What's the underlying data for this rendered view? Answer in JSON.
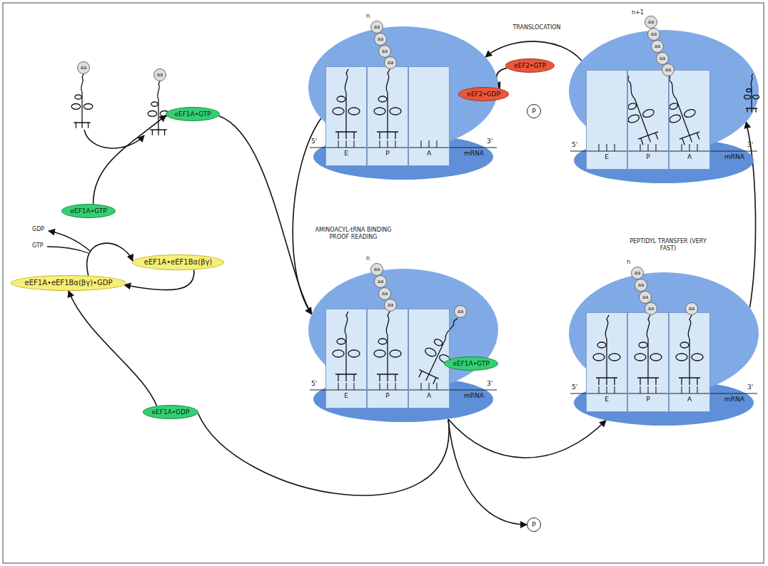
{
  "diagram": {
    "nodes": [
      {
        "text": [
          "aa"
        ]
      },
      {
        "text": [
          "aa"
        ]
      },
      {
        "text": [
          "eEF1A•GTP"
        ]
      },
      {
        "text": [
          "eEF1A•GTP"
        ]
      },
      {
        "text": [
          "eEF1A•eEF1Bα(βγ)"
        ]
      },
      {
        "text": [
          "eEF1A•eEF1Bα(βγ)•GDP"
        ]
      },
      {
        "text": [
          "eEF1A•GDP"
        ]
      },
      {
        "text": [
          "5'",
          "3'",
          "mRNA"
        ]
      },
      {
        "text": [
          "E"
        ],
        "in": 7
      },
      {
        "text": [
          "P"
        ],
        "in": 7
      },
      {
        "text": [
          "A"
        ],
        "in": 7
      },
      {
        "text": [
          "aa"
        ]
      },
      {
        "text": [
          "aa"
        ]
      },
      {
        "text": [
          "aa"
        ]
      },
      {
        "text": [
          "aa"
        ]
      },
      {
        "text": [
          "eEF2•GTP"
        ]
      },
      {
        "text": [
          "eEF2•GDP"
        ]
      },
      {
        "text": [
          "P"
        ]
      },
      {
        "text": [
          "5'",
          "3'",
          "mRNA"
        ]
      },
      {
        "text": [
          "E"
        ],
        "in": 18
      },
      {
        "text": [
          "P"
        ],
        "in": 18
      },
      {
        "text": [
          "A"
        ],
        "in": 18
      },
      {
        "text": [
          "aa"
        ]
      },
      {
        "text": [
          "aa"
        ]
      },
      {
        "text": [
          "aa"
        ]
      },
      {
        "text": [
          "aa"
        ]
      },
      {
        "text": [
          "aa"
        ]
      },
      {
        "text": [
          "5'",
          "3'",
          "mRNA"
        ]
      },
      {
        "text": [
          "E"
        ],
        "in": 27
      },
      {
        "text": [
          "P"
        ],
        "in": 27
      },
      {
        "text": [
          "A"
        ],
        "in": 27
      },
      {
        "text": [
          "aa"
        ]
      },
      {
        "text": [
          "aa"
        ]
      },
      {
        "text": [
          "aa"
        ]
      },
      {
        "text": [
          "aa"
        ]
      },
      {
        "text": [
          "aa"
        ]
      },
      {
        "text": [
          "eEF1A•GTP"
        ]
      },
      {
        "text": [
          "5'",
          "3'",
          "mRNA"
        ]
      },
      {
        "text": [
          "E"
        ],
        "in": 37
      },
      {
        "text": [
          "P"
        ],
        "in": 37
      },
      {
        "text": [
          "A"
        ],
        "in": 37
      },
      {
        "text": [
          "aa"
        ]
      },
      {
        "text": [
          "aa"
        ]
      },
      {
        "text": [
          "aa"
        ]
      },
      {
        "text": [
          "aa"
        ]
      },
      {
        "text": [
          "aa"
        ]
      },
      {
        "text": [
          "P"
        ]
      }
    ],
    "edges": [
      {
        "from": 18,
        "to": 7,
        "arrow": "to",
        "label": "TRANSLOCATION"
      },
      {
        "from": 7,
        "to": 27,
        "arrow": "to",
        "label": "AMINOACYL-tRNA BINDING PROOF READING"
      },
      {
        "from": 27,
        "to": 37,
        "arrow": "to"
      },
      {
        "from": 37,
        "to": 18,
        "arrow": "to",
        "label": "PEPTIDYL TRANSFER (VERY FAST)"
      },
      {
        "from": 2,
        "to": 27,
        "arrow": "to"
      },
      {
        "from": 15,
        "to": 16,
        "arrow": "to"
      },
      {
        "from": 27,
        "to": 46,
        "arrow": "to"
      },
      {
        "from": 27,
        "to": 6,
        "arrow": "none"
      },
      {
        "from": 6,
        "to": 5,
        "arrow": "to"
      },
      {
        "from": 5,
        "to": 4,
        "arrow": "to"
      },
      {
        "from": 4,
        "to": 5,
        "arrow": "to"
      },
      {
        "from": 3,
        "to": 2,
        "arrow": "to"
      }
    ],
    "labels": [
      "GDP",
      "GTP",
      "n",
      "n+1",
      "n",
      "n"
    ]
  }
}
